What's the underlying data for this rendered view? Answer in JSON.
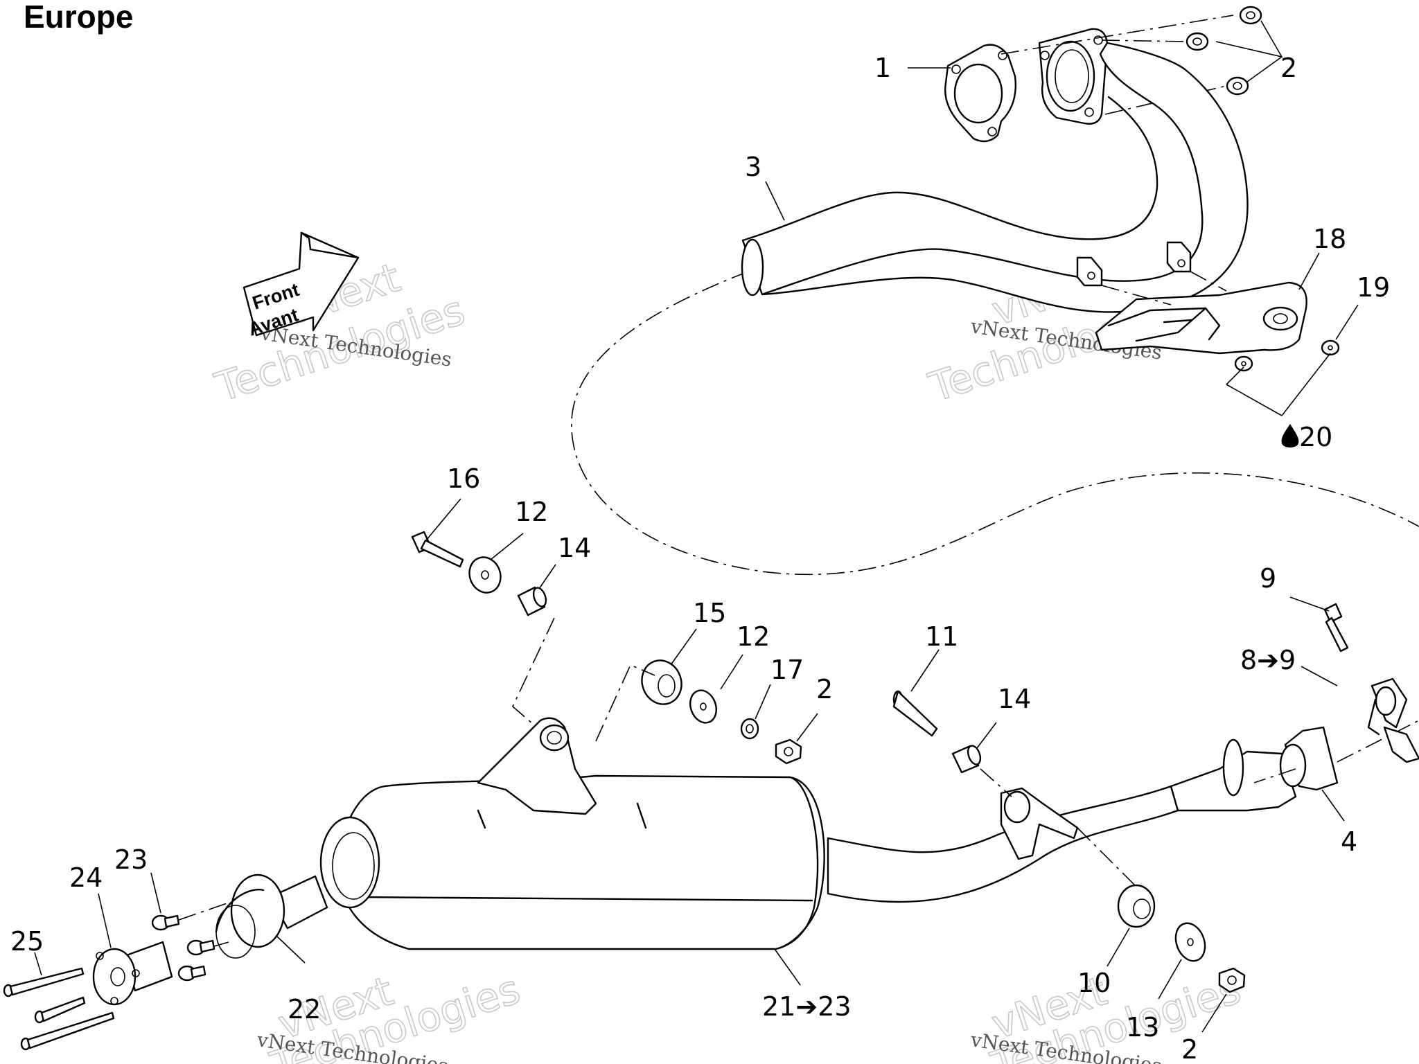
{
  "title": "Europe",
  "front_label": "Front",
  "front_label_fr": "Avant",
  "watermark": {
    "name": "vNext",
    "subname": "Technologies",
    "full": "vNext Technologies"
  },
  "callouts": [
    "1",
    "2",
    "3",
    "18",
    "19",
    "20",
    "16",
    "12",
    "14",
    "15",
    "12",
    "17",
    "2",
    "11",
    "14",
    "9",
    "8➔9",
    "4",
    "23",
    "24",
    "25",
    "22",
    "21➔23",
    "10",
    "13",
    "2"
  ],
  "parts": [
    {
      "ref": "1",
      "item": "gasket-icon"
    },
    {
      "ref": "2",
      "item": "flange-nut-icon"
    },
    {
      "ref": "3",
      "item": "exhaust-head-pipe-icon"
    },
    {
      "ref": "4",
      "item": "exhaust-sleeve-icon"
    },
    {
      "ref": "8➔9",
      "item": "clamp-icon"
    },
    {
      "ref": "9",
      "item": "bolt-icon"
    },
    {
      "ref": "10",
      "item": "grommet-icon"
    },
    {
      "ref": "11",
      "item": "bolt-icon"
    },
    {
      "ref": "12",
      "item": "washer-icon"
    },
    {
      "ref": "13",
      "item": "washer-icon"
    },
    {
      "ref": "14",
      "item": "spacer-icon"
    },
    {
      "ref": "15",
      "item": "grommet-icon"
    },
    {
      "ref": "16",
      "item": "bolt-icon"
    },
    {
      "ref": "17",
      "item": "spacer-icon"
    },
    {
      "ref": "18",
      "item": "heat-shield-bracket-icon"
    },
    {
      "ref": "19",
      "item": "screw-icon"
    },
    {
      "ref": "20",
      "item": "threadlocker-drop-icon"
    },
    {
      "ref": "21➔23",
      "item": "muffler-icon"
    },
    {
      "ref": "22",
      "item": "spark-arrester-icon"
    },
    {
      "ref": "23",
      "item": "screw-icon"
    },
    {
      "ref": "24",
      "item": "end-cap-icon"
    },
    {
      "ref": "25",
      "item": "screw-icon"
    }
  ]
}
